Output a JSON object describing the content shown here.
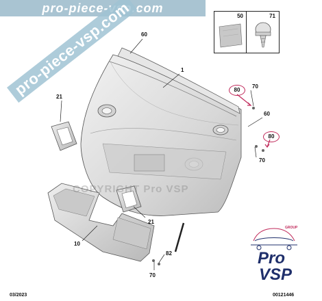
{
  "banner": {
    "text": "pro-piece-vsp.com"
  },
  "watermark": {
    "diagonal": "pro-piece-vsp.com",
    "copyright": "COPYRIGHT Pro VSP"
  },
  "parts_table": [
    {
      "number": "50",
      "icon": "pad-icon"
    },
    {
      "number": "71",
      "icon": "clip-icon"
    }
  ],
  "callouts": {
    "c60_top": "60",
    "c1": "1",
    "c80_upper": "80",
    "c70_upper": "70",
    "c60_right": "60",
    "c80_lower": "80",
    "c70_right": "70",
    "c21_left": "21",
    "c21_mid": "21",
    "c10": "10",
    "c82": "82",
    "c70_bottom": "70"
  },
  "logo": {
    "top": "Pro",
    "bottom": "VSP",
    "tag": "GROUP"
  },
  "footer": {
    "date": "03/2023",
    "ref": "00121446"
  },
  "colors": {
    "banner": "#a9c4d2",
    "highlight": "#c0295a",
    "logo": "#1f2f6b",
    "part": "#dcdcdc"
  }
}
